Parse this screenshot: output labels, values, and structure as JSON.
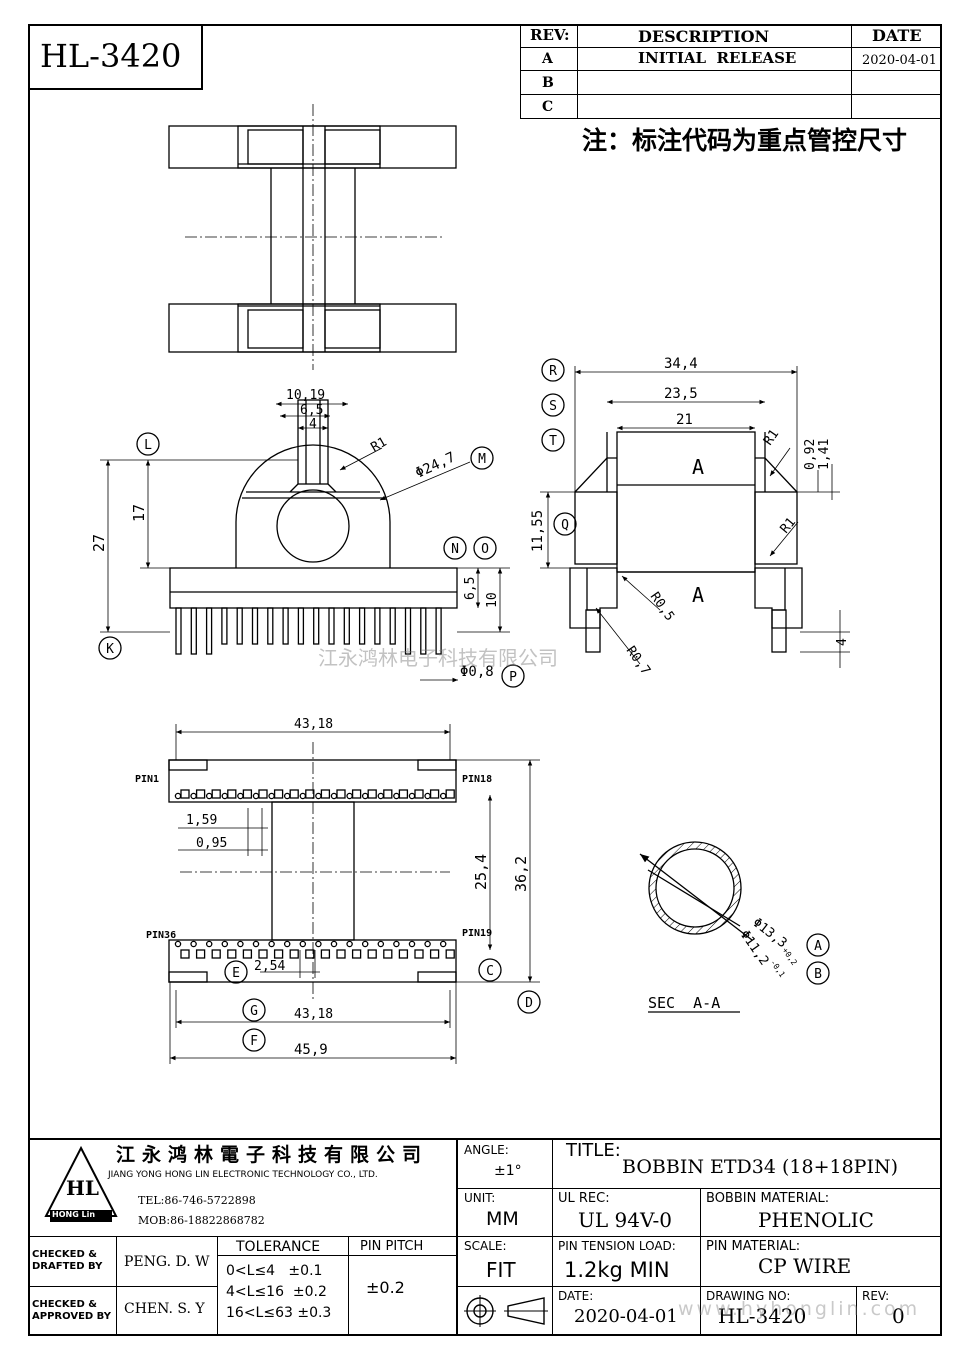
{
  "part_number": "HL-3420",
  "revision_table": {
    "headers": {
      "rev": "REV:",
      "description": "DESCRIPTION",
      "date": "DATE"
    },
    "rows": [
      {
        "rev": "A",
        "description": "INITIAL  RELEASE",
        "date": "2020-04-01"
      },
      {
        "rev": "B",
        "description": "",
        "date": ""
      },
      {
        "rev": "C",
        "description": "",
        "date": ""
      }
    ]
  },
  "note": "注：标注代码为重点管控尺寸",
  "watermark": "江永鸿林电子科技有限公司",
  "dims": {
    "front": {
      "w1019": "10,19",
      "w65": "6,5",
      "w4": "4",
      "r1": "R1",
      "d247": "Φ24,7",
      "h27": "27",
      "h17": "17",
      "h65": "6,5",
      "h10": "10",
      "d08": "Φ0,8"
    },
    "side": {
      "w344": "34,4",
      "w235": "23,5",
      "w21": "21",
      "r1a": "R1",
      "h092": "0,92",
      "h141": "1,41",
      "h1155": "11,55",
      "r1b": "R1",
      "r05": "R0,5",
      "r07": "R0,7",
      "h4": "4",
      "secA1": "A",
      "secA2": "A"
    },
    "bottom": {
      "w4318": "43,18",
      "pin1": "PIN1",
      "pin18": "PIN18",
      "pin36": "PIN36",
      "pin19": "PIN19",
      "d159": "1,59",
      "d095": "0,95",
      "h254": "25,4",
      "h362": "36,2",
      "d254": "2,54",
      "w4318b": "43,18",
      "w459": "45,9"
    },
    "section": {
      "d133": "Φ13,3",
      "d112": "Φ11,2",
      "tol_up": "+0,2",
      "tol_dn": "-0,1",
      "label": "SEC  A-A"
    }
  },
  "callouts": [
    "R",
    "S",
    "T",
    "L",
    "M",
    "N",
    "O",
    "Q",
    "K",
    "P",
    "A",
    "B",
    "E",
    "C",
    "G",
    "D",
    "F"
  ],
  "title_block": {
    "company_cn": "江永鸿林電子科技有限公司",
    "company_en": "JIANG YONG HONG LIN ELECTRONIC TECHNOLOGY CO., LTD.",
    "logo_text": "HL",
    "logo_sub": "HONG Lin",
    "tel": "TEL:86-746-5722898",
    "mob": "MOB:86-18822868782",
    "angle_label": "ANGLE:",
    "angle_value": "±1°",
    "title_label": "TITLE:",
    "title_value": "BOBBIN ETD34 (18+18PIN)",
    "unit_label": "UNIT:",
    "unit_value": "MM",
    "ul_label": "UL REC:",
    "ul_value": "UL 94V-0",
    "bobbin_material_label": "BOBBIN MATERIAL:",
    "bobbin_material_value": "PHENOLIC",
    "checked_drafted": "CHECKED & DRAFTED BY",
    "drafted_name": "PENG. D. W",
    "checked_approved": "CHECKED & APPROVED BY",
    "approved_name": "CHEN. S. Y",
    "tolerance_label": "TOLERANCE",
    "tolerance_rows": [
      "0<L≤4   ±0.1",
      "4<L≤16  ±0.2",
      "16<L≤63 ±0.3"
    ],
    "pin_pitch_label": "PIN PITCH",
    "pin_pitch_value": "±0.2",
    "scale_label": "SCALE:",
    "scale_value": "FIT",
    "pin_tension_label": "PIN TENSION LOAD:",
    "pin_tension_value": "1.2kg MIN",
    "pin_material_label": "PIN MATERIAL:",
    "pin_material_value": "CP WIRE",
    "date_label": "DATE:",
    "date_value": "2020-04-01",
    "drawing_no_label": "DRAWING NO:",
    "drawing_no_value": "HL-3420",
    "rev_label": "REV:",
    "rev_value": "0",
    "watermark_url": "www.hyhonglin.com"
  }
}
